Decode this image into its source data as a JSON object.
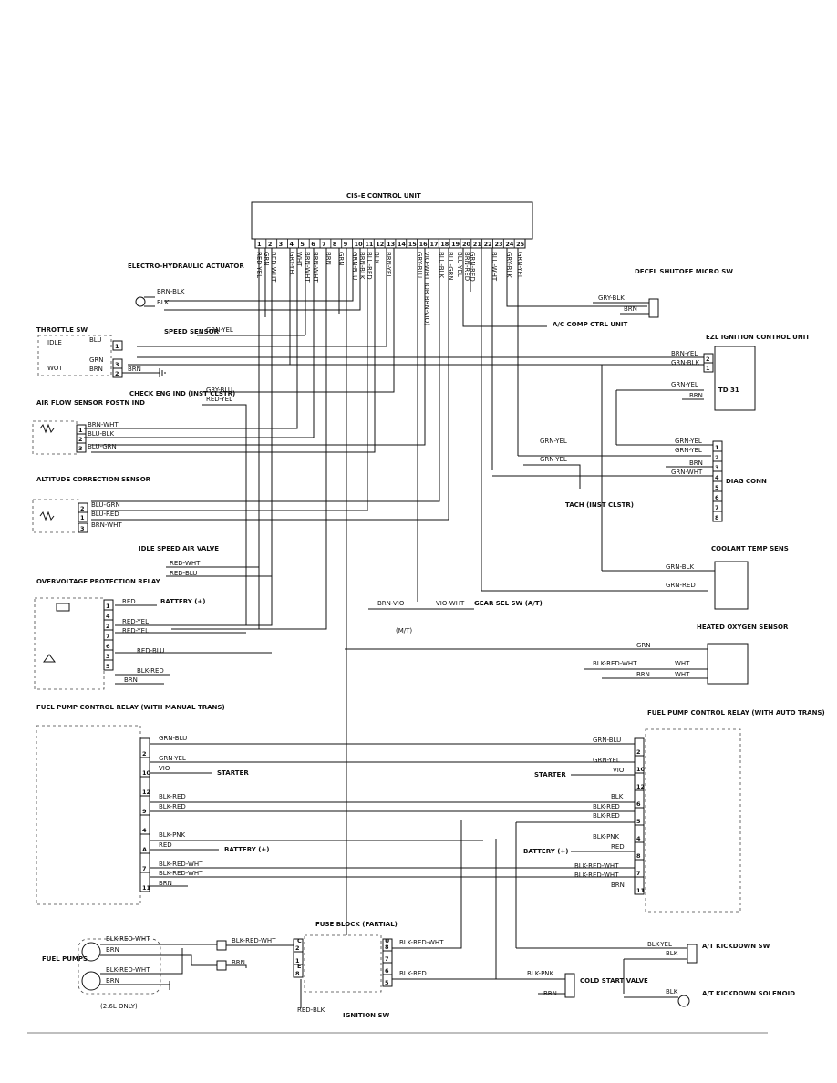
{
  "ecu": {
    "title": "CIS-E CONTROL UNIT",
    "pins": [
      "1",
      "2",
      "3",
      "4",
      "5",
      "6",
      "7",
      "8",
      "9",
      "10",
      "11",
      "12",
      "13",
      "14",
      "15",
      "16",
      "17",
      "18",
      "19",
      "20",
      "21",
      "22",
      "23",
      "24",
      "25"
    ],
    "wires": [
      "RED-YEL",
      "GRN",
      "RED-WHT",
      "GRY-YEL",
      "WHT",
      "BRN-WHT",
      "BRN-WHT",
      "BRN",
      "GRN",
      "GRN-BLU",
      "BRN-BLK",
      "BLU-RED",
      "BLK",
      "BRN-YEL",
      "GRY-BLU",
      "VIO-WHT (OR BRN-VIO)",
      "BLU-BLK",
      "BLU-GRN",
      "BLU-YEL",
      "BRN-RED",
      "GRN-RED",
      "BLU-WHT",
      "GRY-BLK",
      "GRN-YEL"
    ]
  },
  "electro_hydraulic": {
    "title": "ELECTRO-HYDRAULIC ACTUATOR",
    "w1": "BRN-BLK",
    "w2": "BLK"
  },
  "decel": {
    "title": "DECEL SHUTOFF MICRO SW",
    "w1": "GRY-BLK",
    "w2": "BRN"
  },
  "throttle": {
    "title": "THROTTLE SW",
    "idle": "IDLE",
    "wot": "WOT",
    "w1": "BLU",
    "w2": "GRN",
    "w3": "BRN",
    "w4": "BRN",
    "p1": "1",
    "p2": "3",
    "p3": "2"
  },
  "speed": {
    "label": "SPEED SENSOR",
    "wire": "GRN-YEL"
  },
  "ac": {
    "label": "A/C COMP CTRL UNIT"
  },
  "ezl": {
    "title": "EZL IGNITION CONTROL UNIT",
    "w1": "BRN-YEL",
    "w2": "GRN-BLK",
    "w3": "GRN-YEL",
    "w4": "BRN",
    "p1": "2",
    "p2": "1",
    "td": "TD 31"
  },
  "check_eng": {
    "label": "CHECK ENG IND (INST CLSTR)",
    "w1": "GRY-BLU",
    "w2": "RED-YEL"
  },
  "airflow": {
    "title": "AIR FLOW SENSOR POSTN IND",
    "w1": "BRN-WHT",
    "w2": "BLU-BLK",
    "w3": "BLU-GRN",
    "p1": "1",
    "p2": "2",
    "p3": "3"
  },
  "altitude": {
    "title": "ALTITUDE CORRECTION SENSOR",
    "w1": "BLU-GRN",
    "w2": "BLU-RED",
    "w3": "BRN-WHT",
    "p1": "2",
    "p2": "1",
    "p3": "3"
  },
  "tach": {
    "label": "TACH (INST CLSTR)",
    "w1": "GRN-YEL",
    "w2": "GRN-YEL"
  },
  "diag": {
    "title": "DIAG CONN",
    "w1": "GRN-YEL",
    "w2": "GRN-YEL",
    "w3": "BRN",
    "w4": "GRN-WHT",
    "pins": [
      "1",
      "2",
      "3",
      "4",
      "5",
      "6",
      "7",
      "8"
    ]
  },
  "idle_air": {
    "title": "IDLE SPEED AIR VALVE",
    "w1": "RED-WHT",
    "w2": "RED-BLU"
  },
  "coolant": {
    "title": "COOLANT TEMP SENS",
    "w1": "GRN-BLK",
    "w2": "GRN-RED"
  },
  "overvolt": {
    "title": "OVERVOLTAGE PROTECTION RELAY",
    "w1": "RED",
    "w2": "RED-YEL",
    "w3": "RED-YEL",
    "w4": "RED-BLU",
    "w5": "BLK-RED",
    "w6": "BRN",
    "battery": "BATTERY (+)",
    "pins": [
      "1",
      "4",
      "2",
      "7",
      "6",
      "3",
      "5"
    ]
  },
  "gear": {
    "label": "GEAR SEL SW (A/T)",
    "w1": "BRN-VIO",
    "w2": "VIO-WHT",
    "mt": "(M/T)"
  },
  "oxygen": {
    "title": "HEATED OXYGEN SENSOR",
    "w1": "GRN",
    "w2": "BLK-RED-WHT",
    "w3": "BRN",
    "w4": "WHT",
    "w5": "WHT"
  },
  "fp_manual": {
    "title": "FUEL PUMP CONTROL RELAY (WITH MANUAL TRANS)",
    "w1": "GRN-BLU",
    "w2": "GRN-YEL",
    "w3": "VIO",
    "w4": "BLK-RED",
    "w5": "BLK-RED",
    "w6": "BLK-PNK",
    "w7": "RED",
    "w8": "BLK-RED-WHT",
    "w9": "BLK-RED-WHT",
    "w10": "BRN",
    "starter": "STARTER",
    "battery": "BATTERY (+)",
    "pins": [
      "2",
      "10",
      "12",
      "9",
      "4",
      "A",
      "7",
      "11"
    ]
  },
  "fp_auto": {
    "title": "FUEL PUMP CONTROL RELAY (WITH AUTO TRANS)",
    "w1": "GRN-BLU",
    "w2": "GRN-YEL",
    "w3": "VIO",
    "w4": "BLK",
    "w5": "BLK-RED",
    "w6": "BLK-RED",
    "w7": "BLK-PNK",
    "w8": "RED",
    "w9": "BLK-RED-WHT",
    "w10": "BLK-RED-WHT",
    "w11": "BRN",
    "starter": "STARTER",
    "battery": "BATTERY (+)",
    "pins": [
      "2",
      "10",
      "12",
      "6",
      "5",
      "4",
      "8",
      "7",
      "11"
    ]
  },
  "fuse": {
    "title": "FUSE BLOCK (PARTIAL)",
    "w1": "BLK-RED-WHT",
    "w2": "BLK-RED",
    "w3": "RED-BLK",
    "ign": "IGNITION SW",
    "c": "C",
    "u": "U",
    "e": "E",
    "pl": [
      "2",
      "1",
      "8"
    ],
    "pr": [
      "8",
      "7",
      "6",
      "5"
    ]
  },
  "fuel_pumps": {
    "title": "FUEL PUMPS",
    "w1": "BLK-RED-WHT",
    "w2": "BRN",
    "w3": "BLK-RED-WHT",
    "w4": "BRN",
    "w5": "BLK-RED-WHT",
    "w6": "BRN",
    "note": "(2.6L ONLY)"
  },
  "cold_start": {
    "title": "COLD START VALVE",
    "w1": "BLK-PNK",
    "w2": "BRN"
  },
  "kickdown_sw": {
    "title": "A/T KICKDOWN SW",
    "w1": "BLK-YEL",
    "w2": "BLK"
  },
  "kickdown_sol": {
    "title": "A/T KICKDOWN SOLENOID",
    "w1": "BLK"
  }
}
